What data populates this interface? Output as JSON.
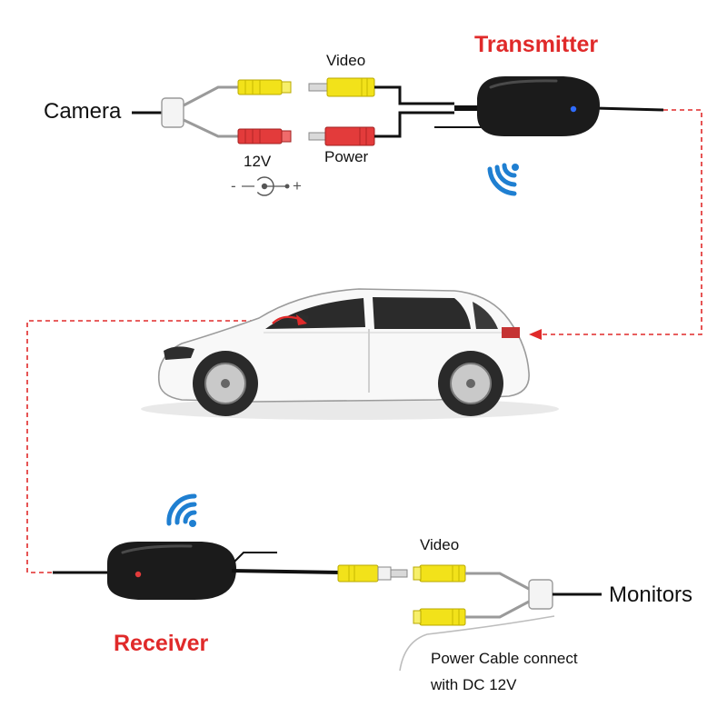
{
  "labels": {
    "transmitter": "Transmitter",
    "receiver": "Receiver",
    "camera": "Camera",
    "monitors": "Monitors",
    "video_top": "Video",
    "video_bottom": "Video",
    "power": "Power",
    "voltage": "12V",
    "polarity_minus": "-",
    "polarity_plus": "+",
    "power_note_line1": "Power Cable connect",
    "power_note_line2": "with DC 12V"
  },
  "icons": {
    "wifi": "wifi-icon",
    "polarity": "dc-polarity-icon",
    "car": "car-illustration"
  },
  "colors": {
    "accent_red": "#e02a2a",
    "wifi_blue": "#1f7fd1",
    "video_yellow": "#f2e21a",
    "power_red": "#e33b3b",
    "device_black": "#1b1b1b"
  }
}
